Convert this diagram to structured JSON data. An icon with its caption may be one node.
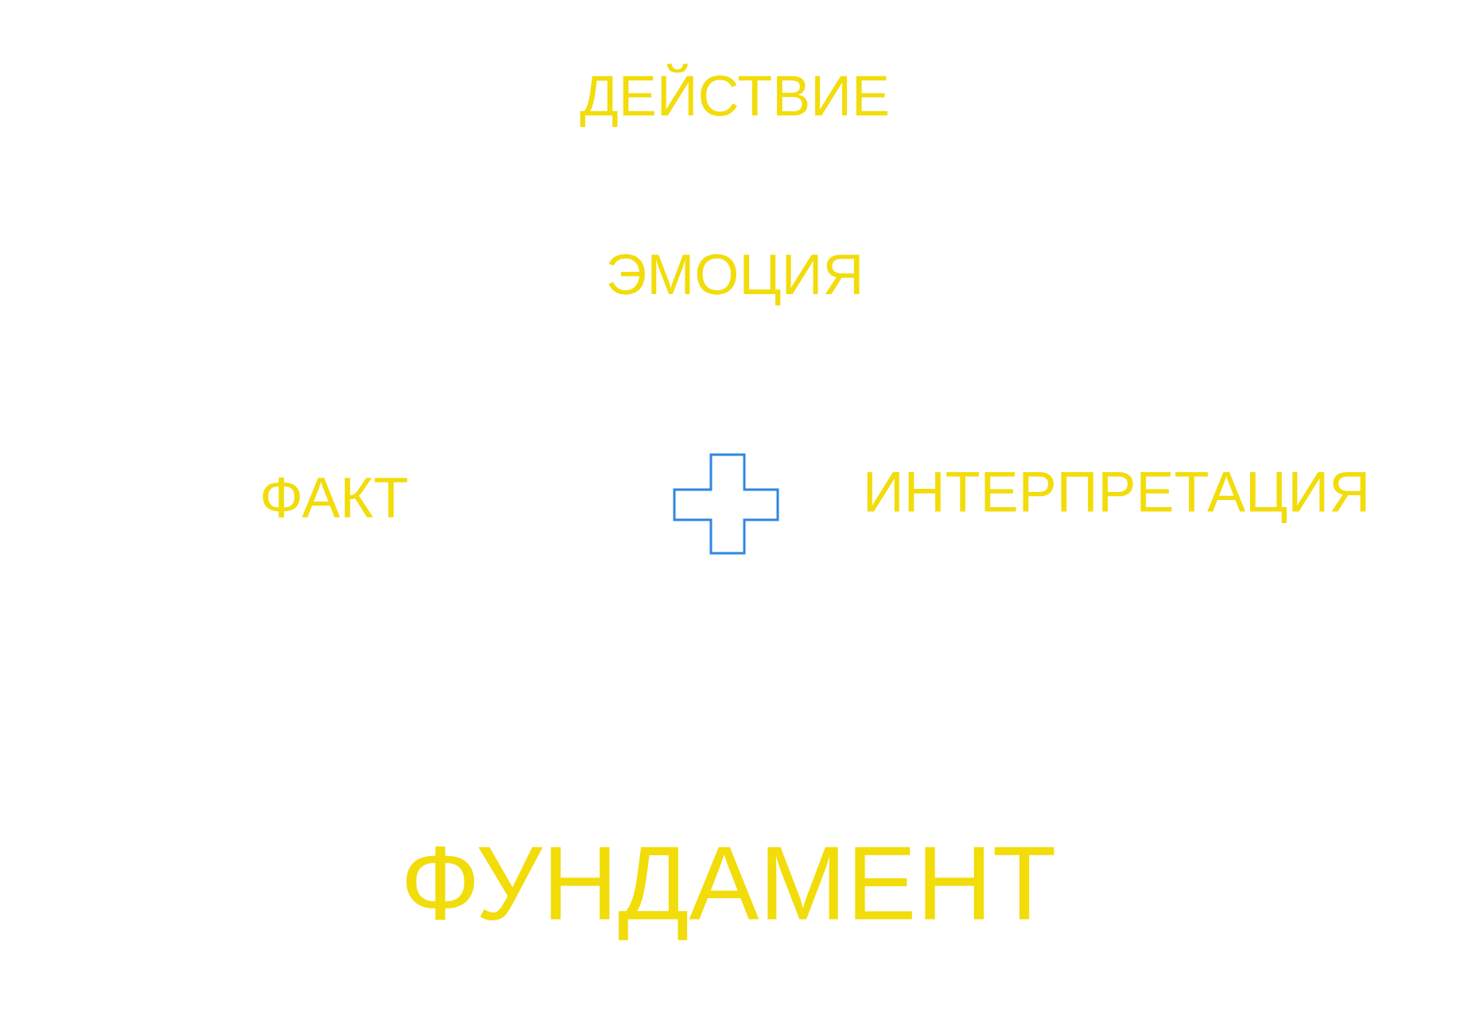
{
  "diagram": {
    "labels": [
      "ДЕЙСТВИЕ",
      "ЭМОЦИЯ",
      "ФАКТ",
      "ИНТЕРПРЕТАЦИЯ",
      "ФУНДАМЕНТ"
    ]
  }
}
